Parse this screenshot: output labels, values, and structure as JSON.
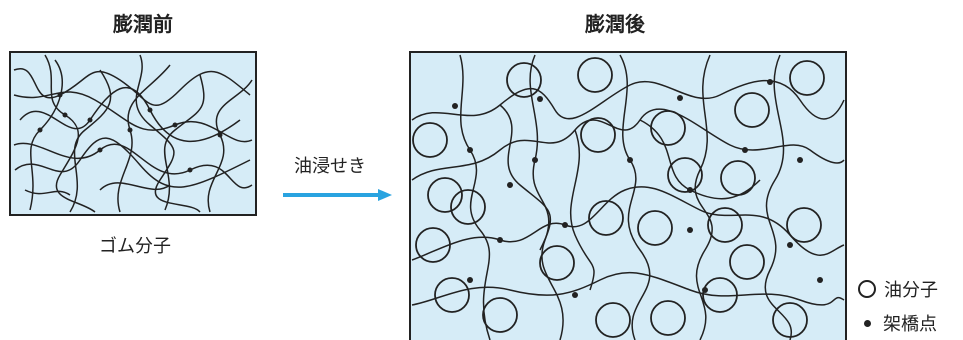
{
  "titles": {
    "before": "膨潤前",
    "after": "膨潤後"
  },
  "labels": {
    "rubber": "ゴム分子",
    "arrow": "油浸せき"
  },
  "legend": {
    "oil": "油分子",
    "crosslink": "架橋点"
  },
  "colors": {
    "fill": "#d6ecf7",
    "stroke": "#222222",
    "arrow": "#29a3e0"
  },
  "icons": {
    "oil": "circle-outline-icon",
    "crosslink": "filled-dot-icon"
  }
}
